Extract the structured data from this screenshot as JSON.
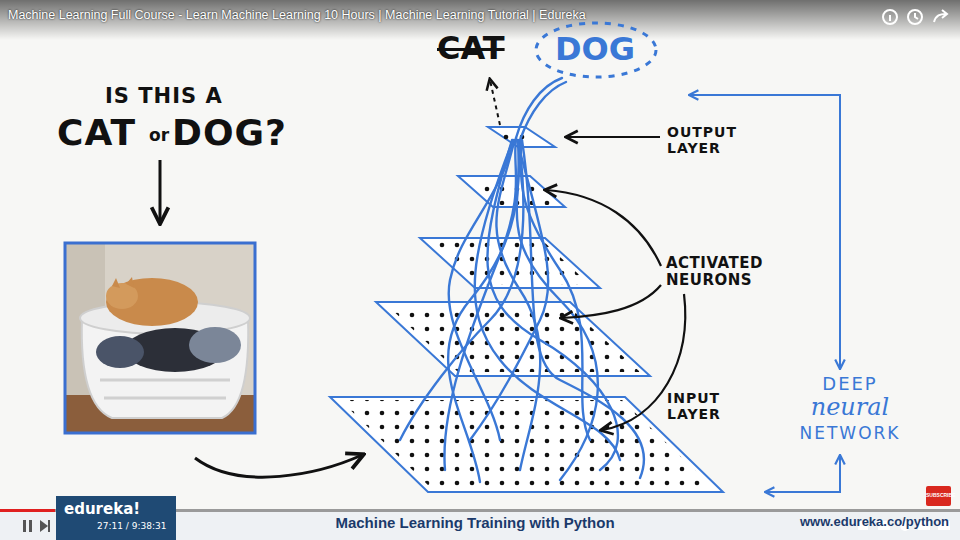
{
  "diagram": {
    "title": "Machine Learning Full Course - Learn Machine Learning 10 Hours | Machine Learning Tutorial | Edureka",
    "nodes": [
      {
        "text": [
          "edureka!"
        ]
      }
    ],
    "labels": [
      "IS THIS A",
      "CAT",
      "or",
      "DOG?",
      "CAT",
      "DOG",
      "OUTPUT LAYER",
      "ACTIVATED NEURONS",
      "INPUT LAYER",
      "DEEP",
      "neural",
      "NETWORK",
      "27:11 / 9:38:31",
      "Machine Learning Training with Python",
      "www.edureka.co/python",
      "SUBSCRIBE"
    ]
  }
}
